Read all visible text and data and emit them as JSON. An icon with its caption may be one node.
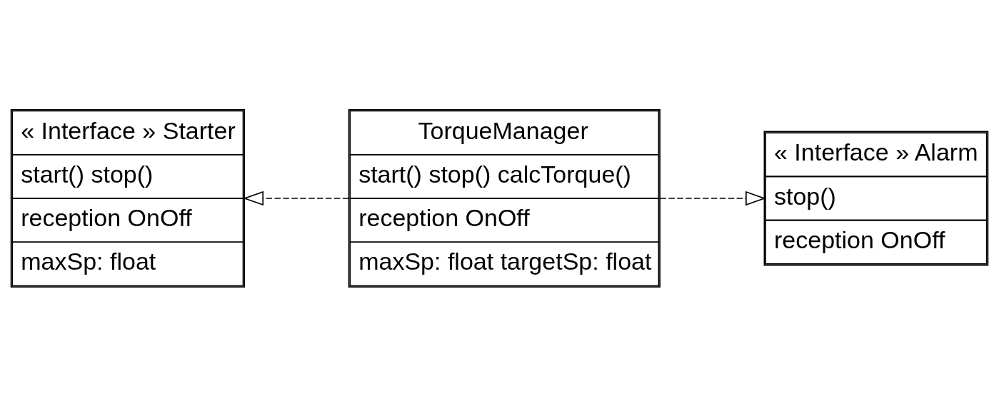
{
  "diagram": {
    "nodes": [
      {
        "text": [
          "« Interface » Starter",
          "start() stop()",
          "reception OnOff",
          "maxSp: float"
        ]
      },
      {
        "text": [
          "TorqueManager",
          "start() stop() calcTorque()",
          "reception OnOff",
          "maxSp: float targetSp: float"
        ]
      },
      {
        "text": [
          "« Interface » Alarm",
          "stop()",
          "reception OnOff"
        ]
      }
    ],
    "edges": [
      {
        "from": 1,
        "to": 0,
        "arrow": "to",
        "style": "dashed"
      },
      {
        "from": 1,
        "to": 2,
        "arrow": "to",
        "style": "dashed"
      }
    ]
  }
}
